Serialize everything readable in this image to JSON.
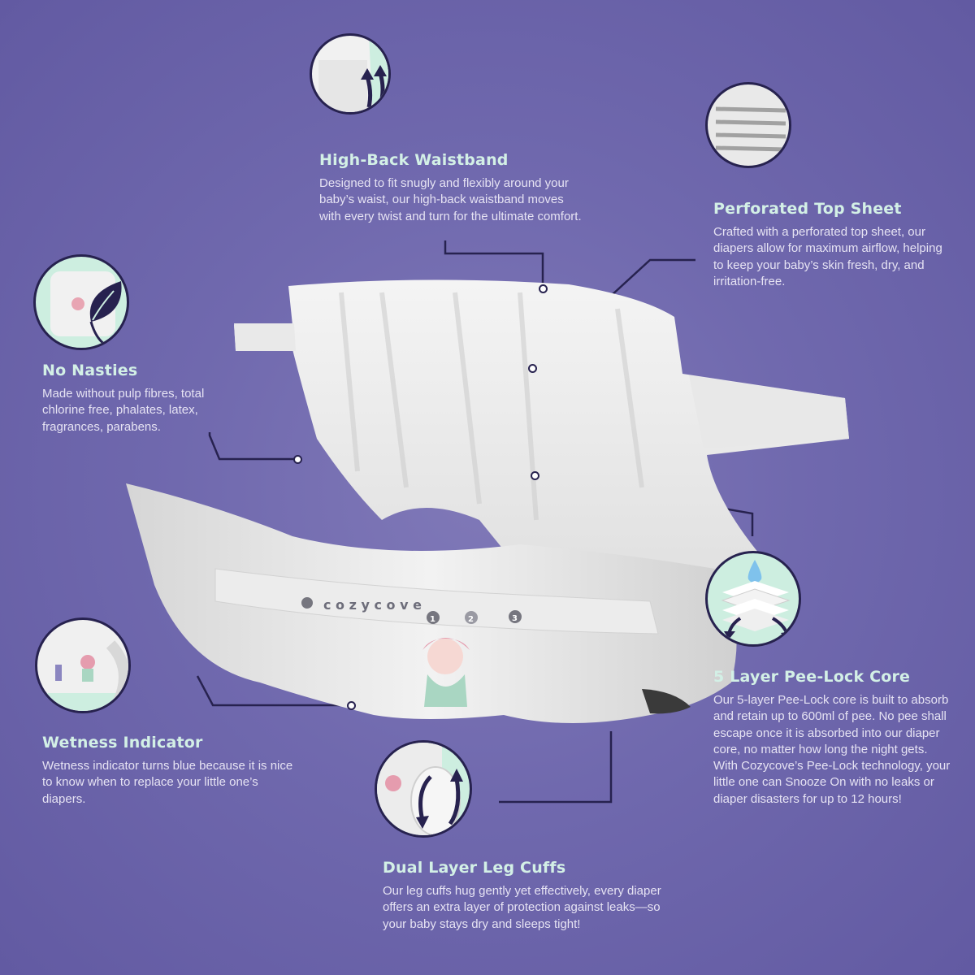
{
  "brand": "cozycove",
  "colors": {
    "background": "#6b64aa",
    "title_text": "#d3f0e6",
    "body_text": "#e6e3f3",
    "line": "#27224f",
    "mint": "#cdeee0",
    "droplet": "#7fc2ec"
  },
  "product": {
    "name": "diaper",
    "band_text": "cozycove",
    "band_numbers": [
      "1",
      "2",
      "3"
    ]
  },
  "features": [
    {
      "id": "high-back-waistband",
      "title": "High-Back Waistband",
      "description": "Designed to fit snugly and flexibly around your baby’s waist, our high-back waistband moves with every twist and turn for the ultimate comfort.",
      "icon": "waistband-arrows-icon"
    },
    {
      "id": "perforated-top-sheet",
      "title": "Perforated Top Sheet",
      "description": "Crafted with a perforated top sheet, our diapers allow for maximum airflow, helping to keep your baby’s skin fresh, dry, and irritation-free.",
      "icon": "perforated-sheet-icon"
    },
    {
      "id": "no-nasties",
      "title": "No Nasties",
      "description": "Made without pulp fibres, total chlorine free, phalates, latex, fragrances, parabens.",
      "icon": "leaf-icon"
    },
    {
      "id": "pee-lock-core",
      "title": "5 Layer Pee-Lock Core",
      "description": "Our 5-layer Pee-Lock core is built to absorb and retain up to 600ml of pee. No pee shall escape once it is absorbed into our diaper core, no matter how long the night gets. With Cozycove’s Pee-Lock technology, your little one can Snooze On with no leaks or diaper disasters for up to 12 hours!",
      "icon": "layers-droplet-icon"
    },
    {
      "id": "wetness-indicator",
      "title": "Wetness Indicator",
      "description": "Wetness indicator turns blue because it is nice to know when to replace your little one’s diapers.",
      "icon": "wetness-indicator-icon"
    },
    {
      "id": "leg-cuffs",
      "title": "Dual Layer Leg Cuffs",
      "description": "Our leg cuffs hug gently yet effectively, every diaper offers an extra layer of protection against leaks—so your baby stays dry and sleeps tight!",
      "icon": "leg-cuff-arrows-icon"
    }
  ]
}
